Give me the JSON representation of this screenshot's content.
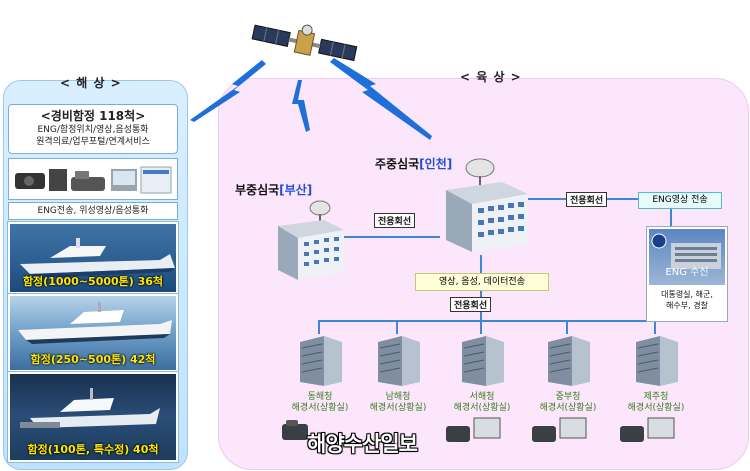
{
  "sea": {
    "title": "< 해 상 >",
    "fleet_title": "<경비함정 118척>",
    "services_line1": "ENG/함정위치/영상,음성통화",
    "services_line2": "원격의료/업무포털/연계서비스",
    "eng_bar": "ENG전송, 위성영상/음성통화",
    "ships": [
      {
        "label": "함정(1000~5000톤) 36척"
      },
      {
        "label": "함정(250~500톤)  42척"
      },
      {
        "label": "함정(100톤, 특수정) 40척"
      }
    ]
  },
  "land": {
    "title": "< 육 상 >",
    "main_station_prefix": "주중심국",
    "main_station_city": "[인천]",
    "sub_station_prefix": "부중심국",
    "sub_station_city": "[부산]",
    "dedicated_line": "전용회선",
    "eng_video": "ENG영상 전송",
    "data_transfer": "영상, 음성, 데이터전송",
    "eng_receive": "ENG 수신",
    "eng_receivers": "대통령실, 해군,\n해수부, 경찰",
    "offices": [
      {
        "name": "동해청",
        "sub": "해경서(상황실)"
      },
      {
        "name": "남해청",
        "sub": "해경서(상황실)"
      },
      {
        "name": "서해청",
        "sub": "해경서(상황실)"
      },
      {
        "name": "중부청",
        "sub": "해경서(상황실)"
      },
      {
        "name": "제주청",
        "sub": "해경서(상황실)"
      }
    ]
  },
  "watermark": "해양수산일보",
  "colors": {
    "link": "#3f86d9",
    "sea_bg": "#cfe9ff",
    "land_bg": "#fbe6fb",
    "ship_caption": "#ffe600",
    "office_text": "#3b7d1f"
  }
}
